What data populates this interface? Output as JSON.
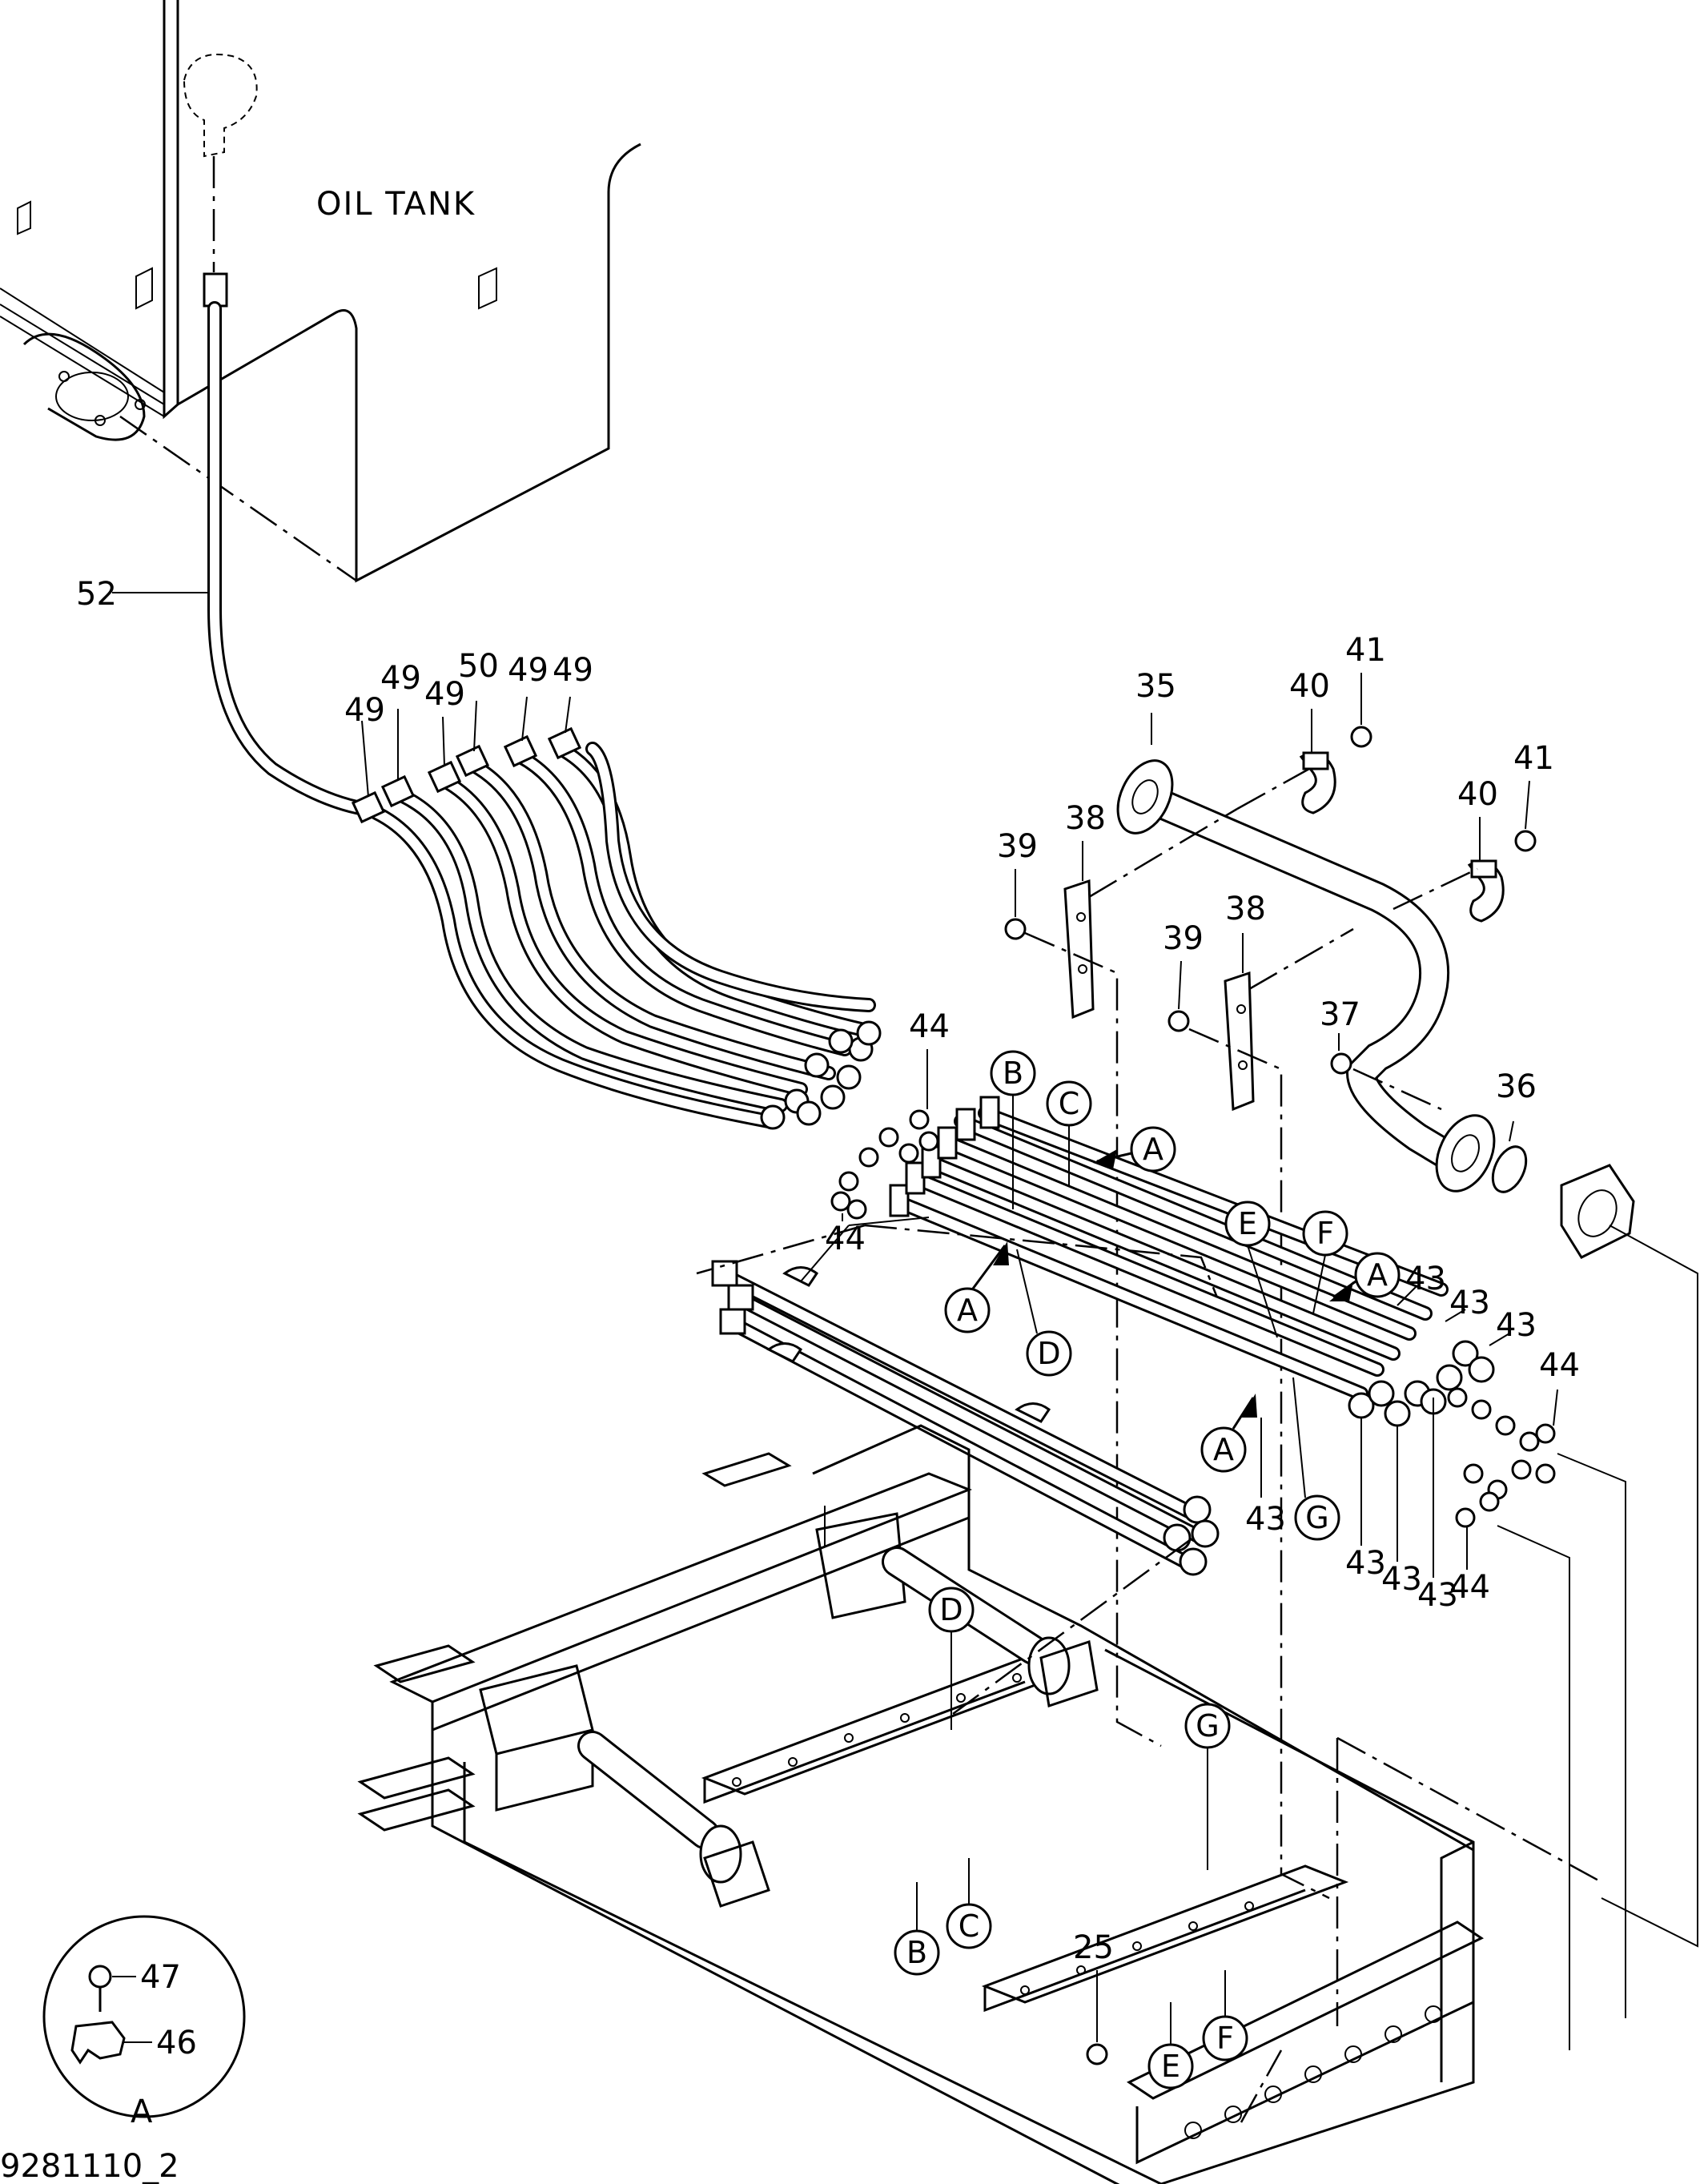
{
  "drawing_id": "9281110_2",
  "tank_label": "OIL  TANK",
  "part_numbers": {
    "p25": "25",
    "p35": "35",
    "p36": "36",
    "p37": "37",
    "p38": "38",
    "p39": "39",
    "p40": "40",
    "p41": "41",
    "p43": "43",
    "p44": "44",
    "p46": "46",
    "p47": "47",
    "p49": "49",
    "p50": "50",
    "p52": "52"
  },
  "callouts": {
    "A": "A",
    "B": "B",
    "C": "C",
    "D": "D",
    "E": "E",
    "F": "F",
    "G": "G"
  },
  "detail_view": {
    "label": "A",
    "bolt": "47",
    "clamp": "46"
  }
}
